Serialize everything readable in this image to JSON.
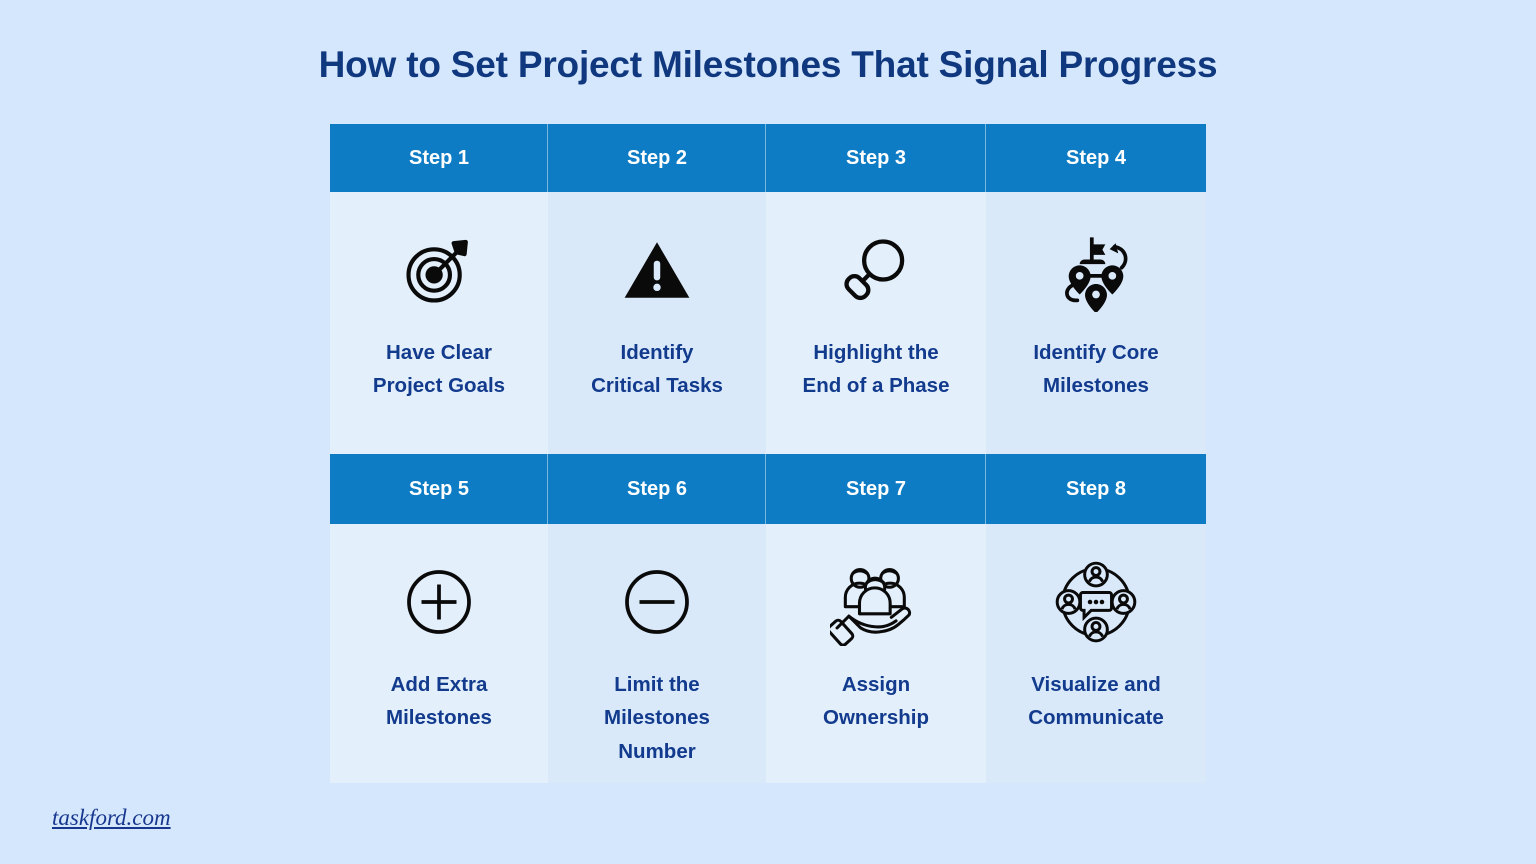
{
  "page": {
    "title": "How to Set Project Milestones That Signal Progress",
    "background_color": "#d5e7fd",
    "title_color": "#10387f",
    "header_color": "#0d7cc4",
    "label_color": "#123a8d",
    "cell_tone_a": "#e3effb",
    "cell_tone_b": "#d9e9fa"
  },
  "steps": [
    {
      "header": "Step 1",
      "label": "Have Clear\nProject Goals",
      "icon": "target-arrow-icon"
    },
    {
      "header": "Step 2",
      "label": "Identify\nCritical Tasks",
      "icon": "warning-triangle-icon"
    },
    {
      "header": "Step 3",
      "label": "Highlight the\nEnd of a Phase",
      "icon": "magnifier-icon"
    },
    {
      "header": "Step 4",
      "label": "Identify Core\nMilestones",
      "icon": "route-pins-flag-icon"
    },
    {
      "header": "Step 5",
      "label": "Add Extra\nMilestones",
      "icon": "plus-circle-icon"
    },
    {
      "header": "Step 6",
      "label": "Limit the\nMilestones\nNumber",
      "icon": "minus-circle-icon"
    },
    {
      "header": "Step 7",
      "label": "Assign\nOwnership",
      "icon": "hand-team-icon"
    },
    {
      "header": "Step 8",
      "label": "Visualize and\nCommunicate",
      "icon": "users-chat-network-icon"
    }
  ],
  "footer": {
    "link": "taskford.com"
  }
}
